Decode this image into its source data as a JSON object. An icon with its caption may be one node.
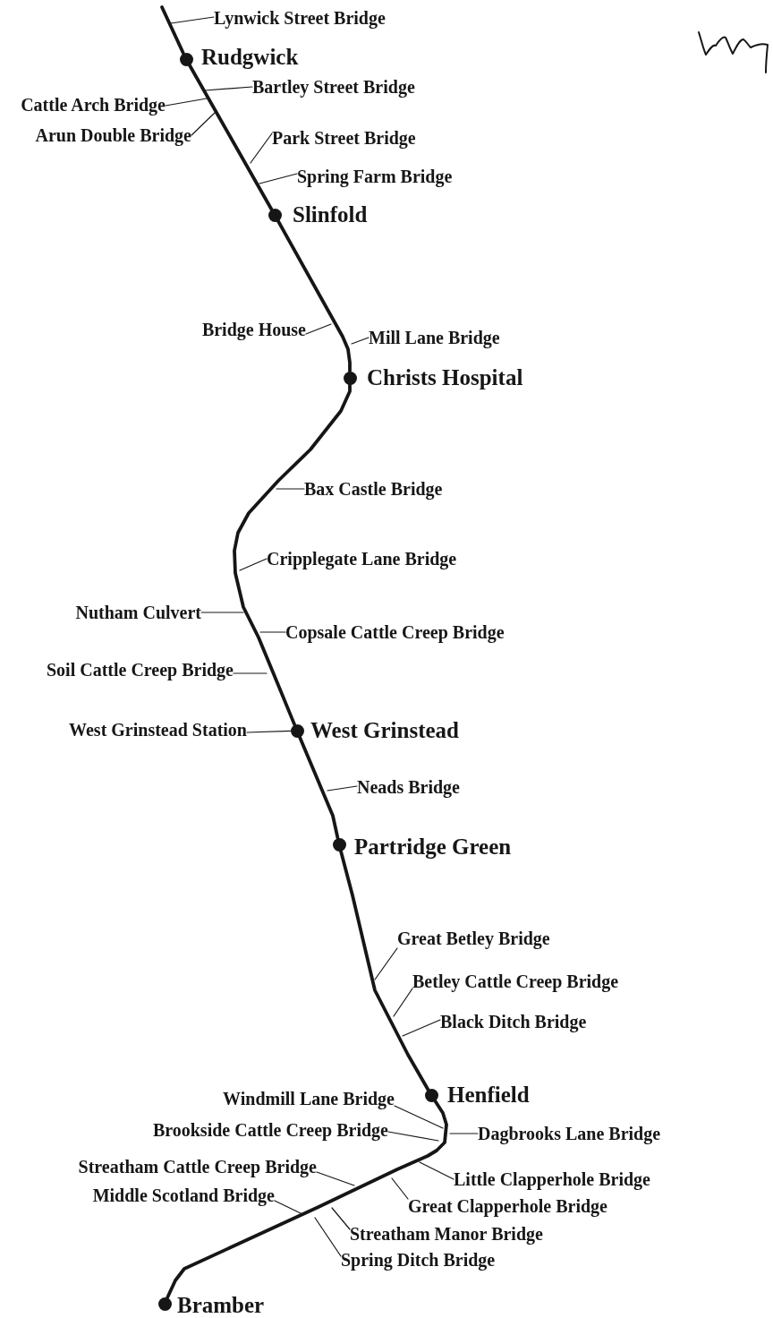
{
  "diagram": {
    "nodes": [
      {
        "text": [
          "Lynwick Street Bridge"
        ]
      },
      {
        "text": [],
        "shape": "circle",
        "beside": [
          "Rudgwick"
        ]
      },
      {
        "text": [
          "Bartley Street Bridge"
        ]
      },
      {
        "text": [
          "Cattle Arch Bridge"
        ]
      },
      {
        "text": [
          "Arun Double Bridge"
        ]
      },
      {
        "text": [
          "Park Street Bridge"
        ]
      },
      {
        "text": [
          "Spring Farm Bridge"
        ]
      },
      {
        "text": [],
        "shape": "circle",
        "beside": [
          "Slinfold"
        ]
      },
      {
        "text": [
          "Bridge House"
        ]
      },
      {
        "text": [
          "Mill Lane Bridge"
        ]
      },
      {
        "text": [],
        "shape": "circle",
        "beside": [
          "Christs Hospital"
        ]
      },
      {
        "text": [
          "Bax Castle Bridge"
        ]
      },
      {
        "text": [
          "Cripplegate Lane Bridge"
        ]
      },
      {
        "text": [
          "Nutham Culvert"
        ]
      },
      {
        "text": [
          "Copsale Cattle Creep Bridge"
        ]
      },
      {
        "text": [
          "Soil Cattle Creep Bridge"
        ]
      },
      {
        "text": [
          "West Grinstead Station"
        ]
      },
      {
        "text": [],
        "shape": "circle",
        "beside": [
          "West Grinstead"
        ]
      },
      {
        "text": [
          "Neads Bridge"
        ]
      },
      {
        "text": [],
        "shape": "circle",
        "beside": [
          "Partridge Green"
        ]
      },
      {
        "text": [
          "Great Betley Bridge"
        ]
      },
      {
        "text": [
          "Betley Cattle Creep Bridge"
        ]
      },
      {
        "text": [
          "Black Ditch Bridge"
        ]
      },
      {
        "text": [],
        "shape": "circle",
        "beside": [
          "Henfield"
        ]
      },
      {
        "text": [
          "Windmill Lane Bridge"
        ]
      },
      {
        "text": [
          "Brookside Cattle Creep Bridge"
        ]
      },
      {
        "text": [
          "Dagbrooks Lane Bridge"
        ]
      },
      {
        "text": [
          "Streatham Cattle Creep Bridge"
        ]
      },
      {
        "text": [
          "Little Clapperhole Bridge"
        ]
      },
      {
        "text": [
          "Middle Scotland Bridge"
        ]
      },
      {
        "text": [
          "Great Clapperhole Bridge"
        ]
      },
      {
        "text": [
          "Streatham Manor Bridge"
        ]
      },
      {
        "text": [
          "Spring Ditch Bridge"
        ]
      },
      {
        "text": [],
        "shape": "circle",
        "beside": [
          "Bramber"
        ]
      }
    ],
    "edges": [
      {
        "from": null,
        "to": 1,
        "arrow": "none",
        "style": "thick"
      },
      {
        "from": 1,
        "to": 7,
        "arrow": "none",
        "style": "thick"
      },
      {
        "from": 7,
        "to": 10,
        "arrow": "none",
        "style": "thick"
      },
      {
        "from": 10,
        "to": 17,
        "arrow": "none",
        "style": "thick"
      },
      {
        "from": 17,
        "to": 19,
        "arrow": "none",
        "style": "thick"
      },
      {
        "from": 19,
        "to": 23,
        "arrow": "none",
        "style": "thick"
      },
      {
        "from": 23,
        "to": 33,
        "arrow": "none",
        "style": "thick"
      },
      {
        "from": 0,
        "to": null,
        "arrow": "none"
      },
      {
        "from": 2,
        "to": null,
        "arrow": "none"
      },
      {
        "from": 3,
        "to": null,
        "arrow": "none"
      },
      {
        "from": 4,
        "to": null,
        "arrow": "none"
      },
      {
        "from": 5,
        "to": null,
        "arrow": "none"
      },
      {
        "from": 6,
        "to": null,
        "arrow": "none"
      },
      {
        "from": 8,
        "to": null,
        "arrow": "none"
      },
      {
        "from": 9,
        "to": null,
        "arrow": "none"
      },
      {
        "from": 11,
        "to": null,
        "arrow": "none"
      },
      {
        "from": 12,
        "to": null,
        "arrow": "none"
      },
      {
        "from": 13,
        "to": null,
        "arrow": "none"
      },
      {
        "from": 14,
        "to": null,
        "arrow": "none"
      },
      {
        "from": 15,
        "to": null,
        "arrow": "none"
      },
      {
        "from": 16,
        "to": 17,
        "arrow": "none"
      },
      {
        "from": 18,
        "to": null,
        "arrow": "none"
      },
      {
        "from": 20,
        "to": null,
        "arrow": "none"
      },
      {
        "from": 21,
        "to": null,
        "arrow": "none"
      },
      {
        "from": 22,
        "to": null,
        "arrow": "none"
      },
      {
        "from": 24,
        "to": null,
        "arrow": "none"
      },
      {
        "from": 25,
        "to": null,
        "arrow": "none"
      },
      {
        "from": 26,
        "to": null,
        "arrow": "none"
      },
      {
        "from": 27,
        "to": null,
        "arrow": "none"
      },
      {
        "from": 28,
        "to": null,
        "arrow": "none"
      },
      {
        "from": 29,
        "to": null,
        "arrow": "none"
      },
      {
        "from": 30,
        "to": null,
        "arrow": "none"
      },
      {
        "from": 31,
        "to": null,
        "arrow": "none"
      },
      {
        "from": 32,
        "to": null,
        "arrow": "none"
      }
    ]
  }
}
